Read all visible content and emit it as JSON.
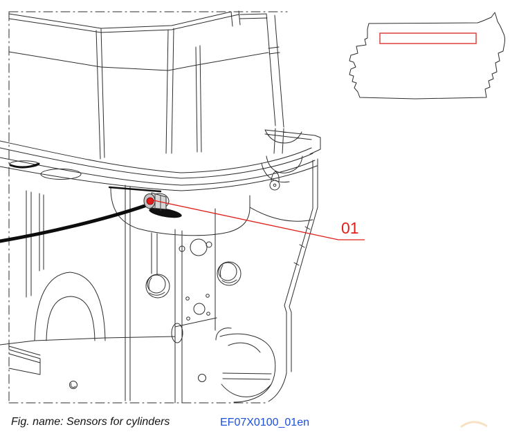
{
  "figure": {
    "caption_prefix": "Fig. name: Sensors for cylinders",
    "code": "EF07X0100_01en",
    "callout_number": "01"
  },
  "colors": {
    "line": "#2b2b2b",
    "accent_red": "#e01f1a",
    "locator_red": "#e0403c",
    "code_blue": "#1d4fd7",
    "watermark_tan": "#f0c48c"
  }
}
